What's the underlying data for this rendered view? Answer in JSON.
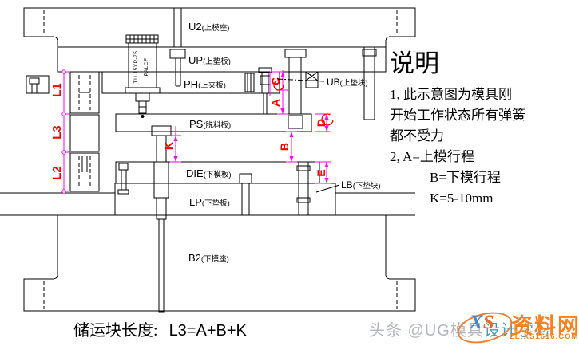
{
  "drawing": {
    "plates": {
      "u2": {
        "code": "U2",
        "cn": "(上模座)"
      },
      "up": {
        "code": "UP",
        "cn": "(上垫板)"
      },
      "ph": {
        "code": "PH",
        "cn": "(上夹板)"
      },
      "ps": {
        "code": "PS",
        "cn": "(脱料板)"
      },
      "die": {
        "code": "DIE",
        "cn": "(下模板)"
      },
      "lp": {
        "code": "LP",
        "cn": "(下垫板)"
      },
      "b2": {
        "code": "B2",
        "cn": "(下模座)"
      }
    },
    "parts": {
      "ub": {
        "code": "UB",
        "cn": "(上垫块)"
      },
      "lb": {
        "code": "LB",
        "cn": "(下垫块)"
      }
    },
    "dims": {
      "l1": "L1",
      "l3": "L3",
      "l2": "L2",
      "k": "K",
      "a": "A",
      "b": "B",
      "c": "C",
      "d": "D",
      "e": "E"
    },
    "spring_marking_1": "TU.15XP-75",
    "spring_marking_2": "PALCF",
    "colors": {
      "line": "#000000",
      "dim_line": "#ff00ff",
      "dim_text": "#ff0000"
    }
  },
  "notes": {
    "title": "说明",
    "line1": "1,  此示意图为模具刚",
    "line2": "开始工作状态所有弹簧",
    "line3": "都不受力",
    "line4": "2,  A=上模行程",
    "line5": "B=下模行程",
    "line6": "K=5-10mm"
  },
  "footer": {
    "label": "储运块长度:",
    "formula": "L3=A+B+K"
  },
  "watermark": {
    "text_gray": "头条 @UG模具",
    "text_blue": "设计学习",
    "logo_xs_x": "X",
    "logo_xs_s": "S",
    "logo_name": "资料网",
    "logo_sub": "ZL:XS1616.COM"
  }
}
